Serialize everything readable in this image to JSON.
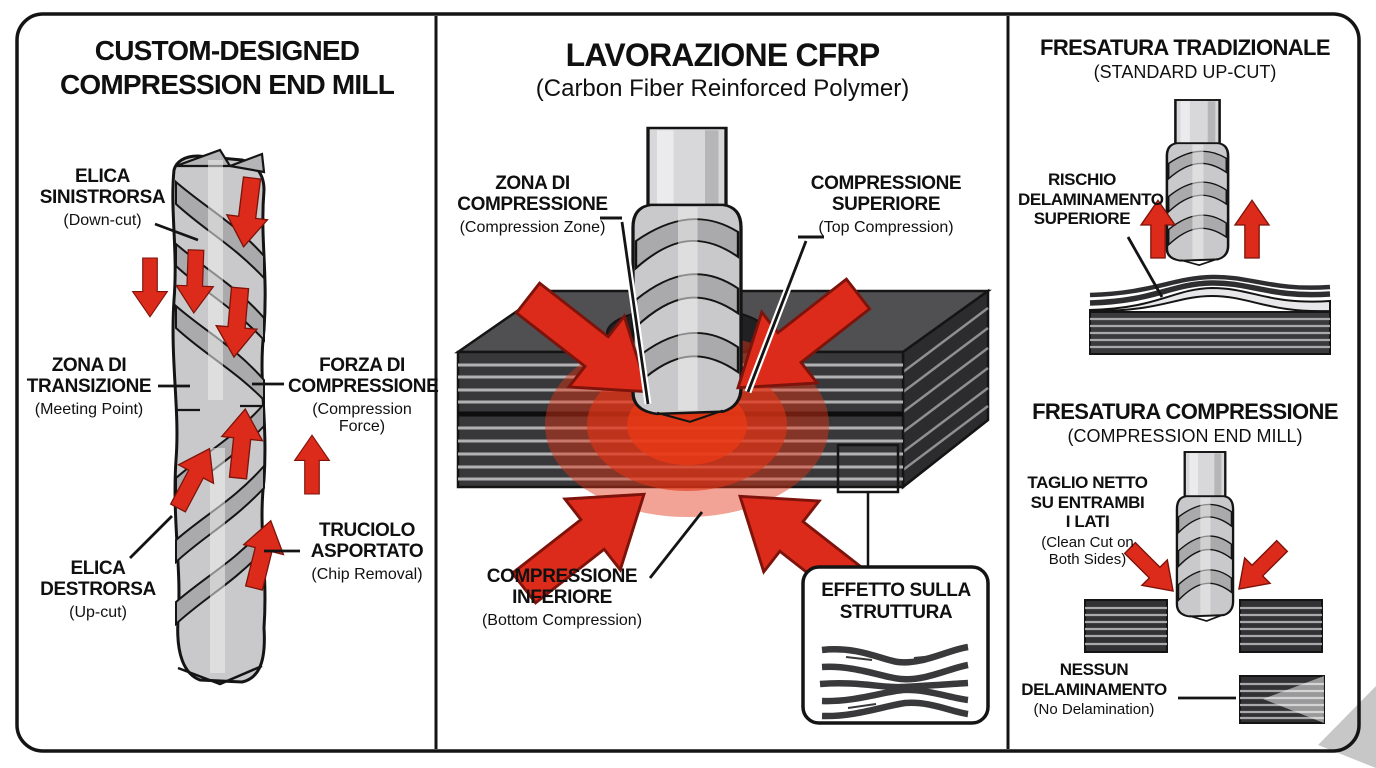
{
  "colors": {
    "outline": "#141414",
    "arrow_red": "#dc2b1a",
    "arrow_red_dark": "#7d130b",
    "glow_red": "#e23214",
    "laminate_dark": "#38383a",
    "laminate_light": "#b2b2b4",
    "mill_gray": "#c9c9cb"
  },
  "left": {
    "title": "CUSTOM-DESIGNED\nCOMPRESSION END MILL",
    "downcut": {
      "it": "ELICA\nSINISTRORSA",
      "en": "(Down-cut)"
    },
    "transition": {
      "it": "ZONA DI\nTRANSIZIONE",
      "en": "(Meeting Point)"
    },
    "force": {
      "it": "FORZA DI\nCOMPRESSIONE",
      "en": "(Compression\nForce)"
    },
    "upcut": {
      "it": "ELICA\nDESTRORSA",
      "en": "(Up-cut)"
    },
    "chip": {
      "it": "TRUCIOLO\nASPORTATO",
      "en": "(Chip Removal)"
    }
  },
  "center": {
    "title": "LAVORAZIONE CFRP",
    "subtitle": "(Carbon Fiber Reinforced Polymer)",
    "zone": {
      "it": "ZONA DI\nCOMPRESSIONE",
      "en": "(Compression Zone)"
    },
    "top": {
      "it": "COMPRESSIONE\nSUPERIORE",
      "en": "(Top Compression)"
    },
    "bottom": {
      "it": "COMPRESSIONE\nINFERIORE",
      "en": "(Bottom Compression)"
    },
    "effect": {
      "it": "EFFETTO SULLA\nSTRUTTURA"
    }
  },
  "right": {
    "top_title": "FRESATURA TRADIZIONALE",
    "top_subtitle": "(STANDARD UP-CUT)",
    "risk": {
      "it": "RISCHIO\nDELAMINAMENTO\nSUPERIORE"
    },
    "bottom_title": "FRESATURA COMPRESSIONE",
    "bottom_subtitle": "(COMPRESSION END MILL)",
    "clean": {
      "it": "TAGLIO NETTO\nSU ENTRAMBI\nI LATI",
      "en": "(Clean Cut on\nBoth Sides)"
    },
    "none": {
      "it": "NESSUN\nDELAMINAMENTO",
      "en": "(No Delamination)"
    }
  }
}
